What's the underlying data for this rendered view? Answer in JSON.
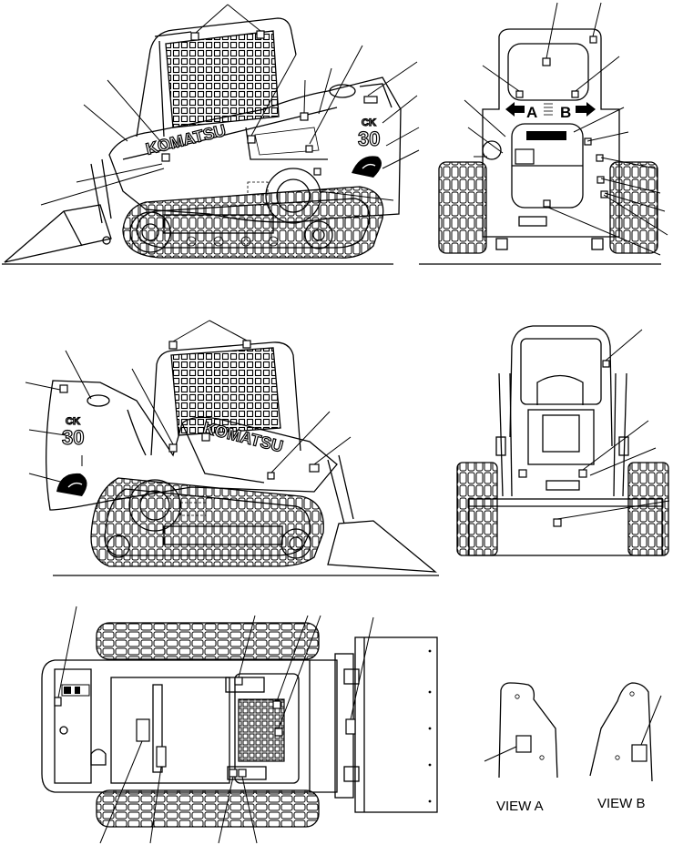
{
  "brand": "KOMATSU",
  "model_prefix": "CK",
  "model_number": "30",
  "rear_label_a": "A",
  "rear_label_b": "B",
  "view_a": "VIEW A",
  "view_b": "VIEW B"
}
